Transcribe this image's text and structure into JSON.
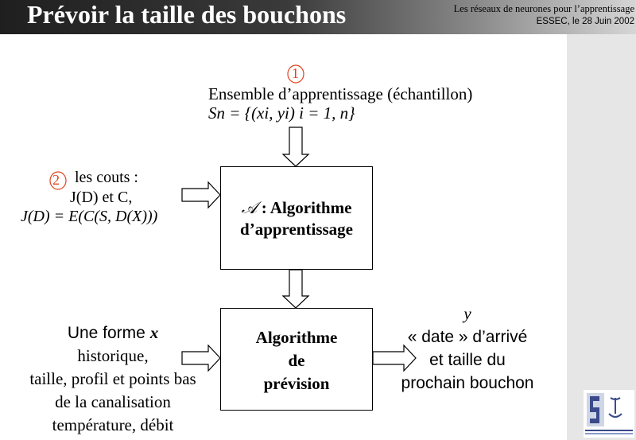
{
  "header": {
    "title": "Prévoir la taille des bouchons",
    "subtitle_line1": "Les réseaux de neurones pour  l’apprentissage",
    "subtitle_line2": "ESSEC, le 28 Juin 2002"
  },
  "markers": {
    "one": "1",
    "two": "2"
  },
  "training_set": {
    "label": "Ensemble d’apprentissage  (échantillon)",
    "formula": "Sn = {(xi, yi)   i = 1, n}"
  },
  "costs": {
    "line1": "les couts :",
    "line2": "J(D) et C,",
    "line3": "J(D) = E(C(S, D(X)))"
  },
  "learning_box": {
    "symbol": "𝒜",
    "line1": " : Algorithme",
    "line2": "d’apprentissage"
  },
  "prediction_box": {
    "line1": "Algorithme",
    "line2": "de",
    "line3": "prévision"
  },
  "inputs": {
    "line1": "Une forme ",
    "line1_var": "x",
    "line2": "historique,",
    "line3": "taille, profil et points bas",
    "line4": "de la canalisation",
    "line5": "température, débit"
  },
  "outputs": {
    "var": "y",
    "line1": "« date » d’arrivé",
    "line2": "et taille du",
    "line3": "prochain bouchon"
  },
  "colors": {
    "marker": "#e0441e",
    "header_dark": "#1f1f1f",
    "sidebar": "#e6e6e6"
  }
}
